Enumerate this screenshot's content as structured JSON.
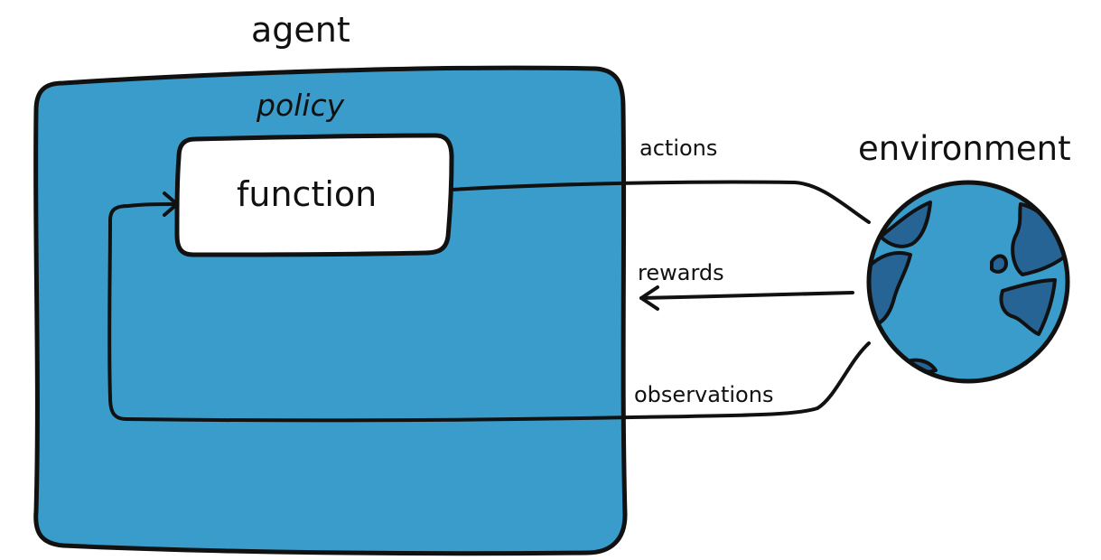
{
  "agent_label": "agent",
  "policy_label": "policy",
  "function_label": "function",
  "actions_label": "actions",
  "rewards_label": "rewards",
  "observations_label": "observations",
  "environment_label": "environment",
  "colors": {
    "agent_fill": "#3a9ccb",
    "globe_ocean": "#3a9ccb",
    "globe_land": "#256494",
    "outline": "#111111",
    "function_fill": "#ffffff"
  },
  "icons": [
    "globe-icon",
    "arrow-icon"
  ]
}
